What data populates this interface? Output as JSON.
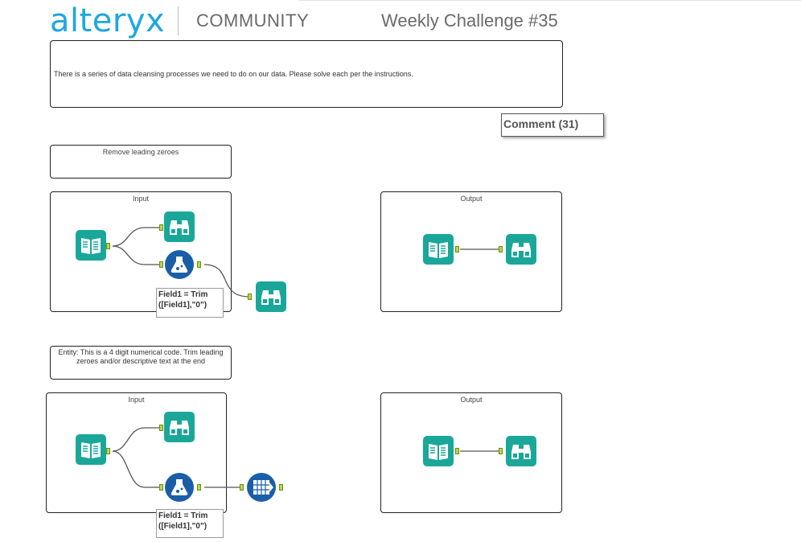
{
  "header": {
    "logo_text": "alteryx",
    "community": "COMMUNITY",
    "challenge_title": "Weekly Challenge #35"
  },
  "intro_note": "There is a series of data cleansing processes we need to do on our data. Please solve each per the instructions.",
  "comment_button": "Comment (31)",
  "section1": {
    "note": "Remove leading zeroes",
    "input_caption": "Input",
    "output_caption": "Output",
    "formula_line1": "Field1 = Trim",
    "formula_line2": "([Field1],\"0\")"
  },
  "section2": {
    "note": "Entity: This is a 4 digit numerical code. Trim leading zeroes and/or descriptive text at the end",
    "input_caption": "Input",
    "output_caption": "Output",
    "formula_line1": "Field1 = Trim",
    "formula_line2": "([Field1],\"0\")"
  },
  "colors": {
    "brand": "#1ea7e1",
    "tool_teal": "#1aa79a",
    "tool_blue": "#1b5ea8",
    "anchor_green": "#b7d94a"
  },
  "icons": [
    "text-input-book-icon",
    "browse-binoculars-icon",
    "formula-flask-icon",
    "select-grid-icon"
  ]
}
